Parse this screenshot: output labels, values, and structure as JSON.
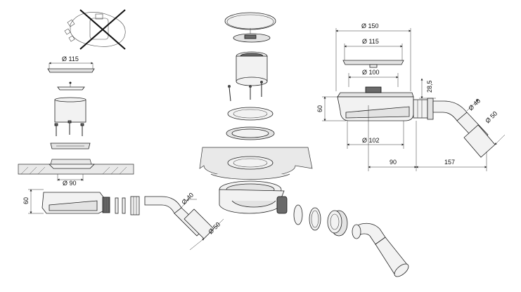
{
  "left_view": {
    "dim_cover": "Ø 115",
    "dim_outlet": "Ø 90",
    "dim_height": "60",
    "dim_pipe_40": "Ø 40",
    "dim_pipe_50": "Ø 50"
  },
  "right_view": {
    "dim_150": "Ø 150",
    "dim_115": "Ø 115",
    "dim_100": "Ø 100",
    "dim_102": "Ø 102",
    "dim_height": "60",
    "dim_28_5": "28,5",
    "dim_90": "90",
    "dim_157": "157",
    "dim_pipe_40": "Ø 40",
    "dim_pipe_50": "Ø 50"
  },
  "colors": {
    "line": "#222222",
    "fill_light": "#f2f2f2",
    "fill_dark": "#6a6a6a",
    "cross": "#111111"
  }
}
